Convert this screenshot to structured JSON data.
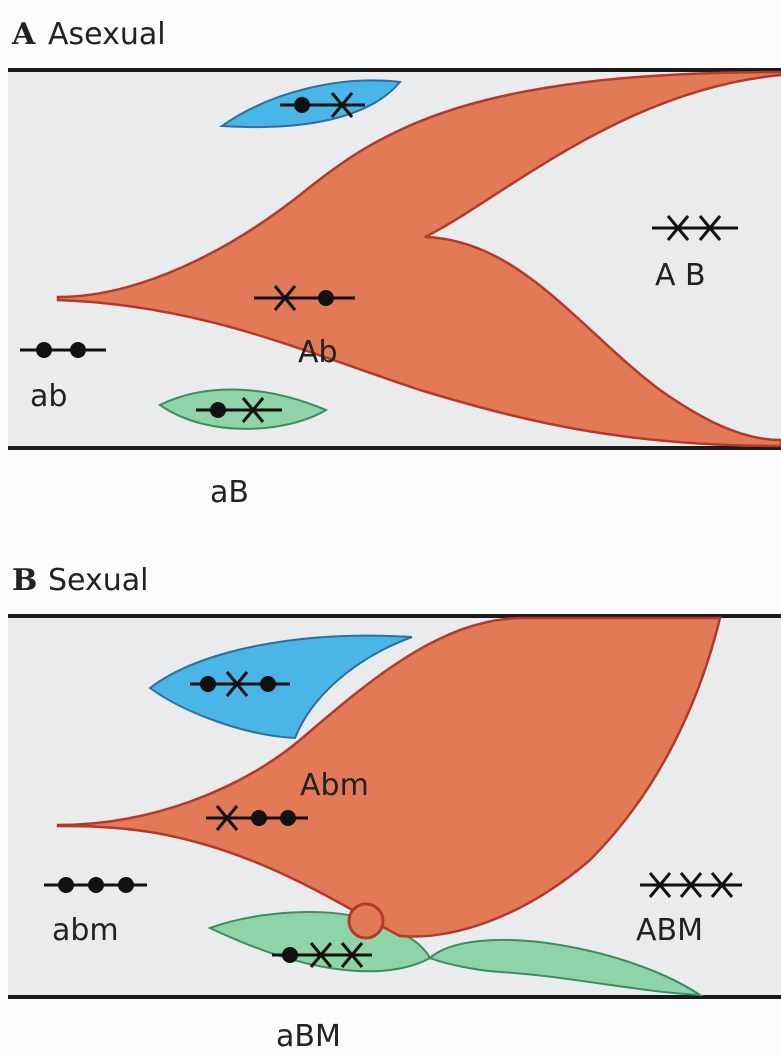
{
  "panel_a": {
    "letter": "A",
    "title": "Asexual",
    "genotypes": {
      "ab": "ab",
      "Ab": "Ab",
      "AB": "A B",
      "aB": "aB"
    }
  },
  "panel_b": {
    "letter": "B",
    "title": "Sexual",
    "genotypes": {
      "abm": "abm",
      "Abm": "Abm",
      "ABM": "ABM",
      "aBM": "aBM"
    }
  },
  "colors": {
    "background": "#e9ebed",
    "orange_lineage": "#e27a58",
    "blue_lineage": "#4ab5e7",
    "green_lineage": "#8fd3a8",
    "outline": "#b23a2a"
  }
}
